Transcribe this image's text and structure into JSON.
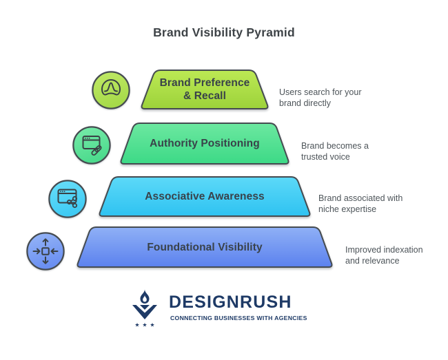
{
  "title": "Brand Visibility Pyramid",
  "levels": [
    {
      "rank": 1,
      "label": "Brand Preference & Recall",
      "label_lines": [
        "Brand Preference",
        "& Recall"
      ],
      "caption_lines": [
        "Users search for your",
        "brand directly"
      ],
      "icon": "pulse-wave-icon",
      "shape_gradient": [
        "#bce954",
        "#9cd23a"
      ],
      "badge_gradient": [
        "#c1ea67",
        "#a6da49"
      ]
    },
    {
      "rank": 2,
      "label": "Authority Positioning",
      "label_lines": [
        "Authority Positioning",
        ""
      ],
      "caption_lines": [
        "Brand becomes a",
        "trusted voice"
      ],
      "icon": "browser-link-icon",
      "shape_gradient": [
        "#6ce8a0",
        "#3cd986"
      ],
      "badge_gradient": [
        "#79ebaa",
        "#4cdb8d"
      ]
    },
    {
      "rank": 3,
      "label": "Associative Awareness",
      "label_lines": [
        "Associative Awareness",
        ""
      ],
      "caption_lines": [
        "Brand associated with",
        "niche expertise"
      ],
      "icon": "browser-share-icon",
      "shape_gradient": [
        "#5cd9f8",
        "#2ec2f1"
      ],
      "badge_gradient": [
        "#69dff9",
        "#3ecaf4"
      ]
    },
    {
      "rank": 4,
      "label": "Foundational Visibility",
      "label_lines": [
        "Foundational Visibility",
        ""
      ],
      "caption_lines": [
        "Improved indexation",
        "and relevance"
      ],
      "icon": "center-arrows-icon",
      "shape_gradient": [
        "#8fb0f6",
        "#5b81ee"
      ],
      "badge_gradient": [
        "#97b6f7",
        "#6a8ff1"
      ]
    }
  ],
  "footer": {
    "brand": "DESIGNRUSH",
    "tagline": "CONNECTING BUSINESSES WITH AGENCIES"
  },
  "style": {
    "brand_color": "#1e3a66",
    "title_color": "#3e4347",
    "label_color": "#39424a",
    "caption_color": "#4d5459",
    "border_color": "#454b50",
    "icon_stroke": "#3a4145",
    "background": "#ffffff"
  }
}
